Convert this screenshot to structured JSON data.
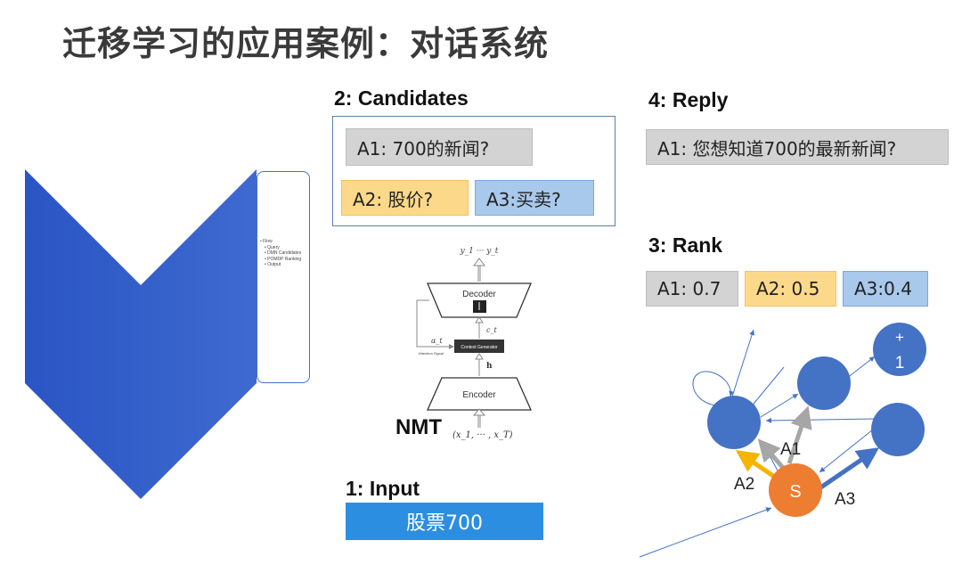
{
  "title": "迁移学习的应用案例：对话系统",
  "flow": {
    "items": [
      {
        "label": "Flow",
        "level": 0
      },
      {
        "label": "Query",
        "level": 1
      },
      {
        "label": "DMN Candidates",
        "level": 1
      },
      {
        "label": "POMDP Ranking",
        "level": 1
      },
      {
        "label": "Output",
        "level": 1
      }
    ]
  },
  "candidates": {
    "heading": "2: Candidates",
    "a1": "A1: 700的新闻?",
    "a2": "A2: 股价?",
    "a3": "A3:买卖?"
  },
  "reply": {
    "heading": "4: Reply",
    "text": "A1: 您想知道700的最新新闻?"
  },
  "rank": {
    "heading": "3: Rank",
    "a1": "A1: 0.7",
    "a2": "A2: 0.5",
    "a3": "A3:0.4"
  },
  "nmt": {
    "label": "NMT",
    "decoder": "Decoder",
    "encoder": "Encoder",
    "context_generator": "Context Generator",
    "attention_signal": "Attention Signal",
    "h_label": "h",
    "ct_label": "c_t",
    "alpha_label": "α_t",
    "output_label": "y_1 ··· y_t",
    "input_label": "(x_1, ··· , x_T)"
  },
  "input": {
    "heading": "1: Input",
    "text": "股票700"
  },
  "graph": {
    "s_label": "S",
    "plus_label": "+",
    "one_label": "1",
    "a1": "A1",
    "a2": "A2",
    "a3": "A3"
  },
  "colors": {
    "chevron": "#3b62c8",
    "node": "#3f6fcf",
    "s_node": "#ed7d31",
    "input_bar": "#2c8ee0",
    "yellow": "#fcd98a",
    "grey": "#d3d3d3",
    "light_blue": "#a8c8ec"
  }
}
